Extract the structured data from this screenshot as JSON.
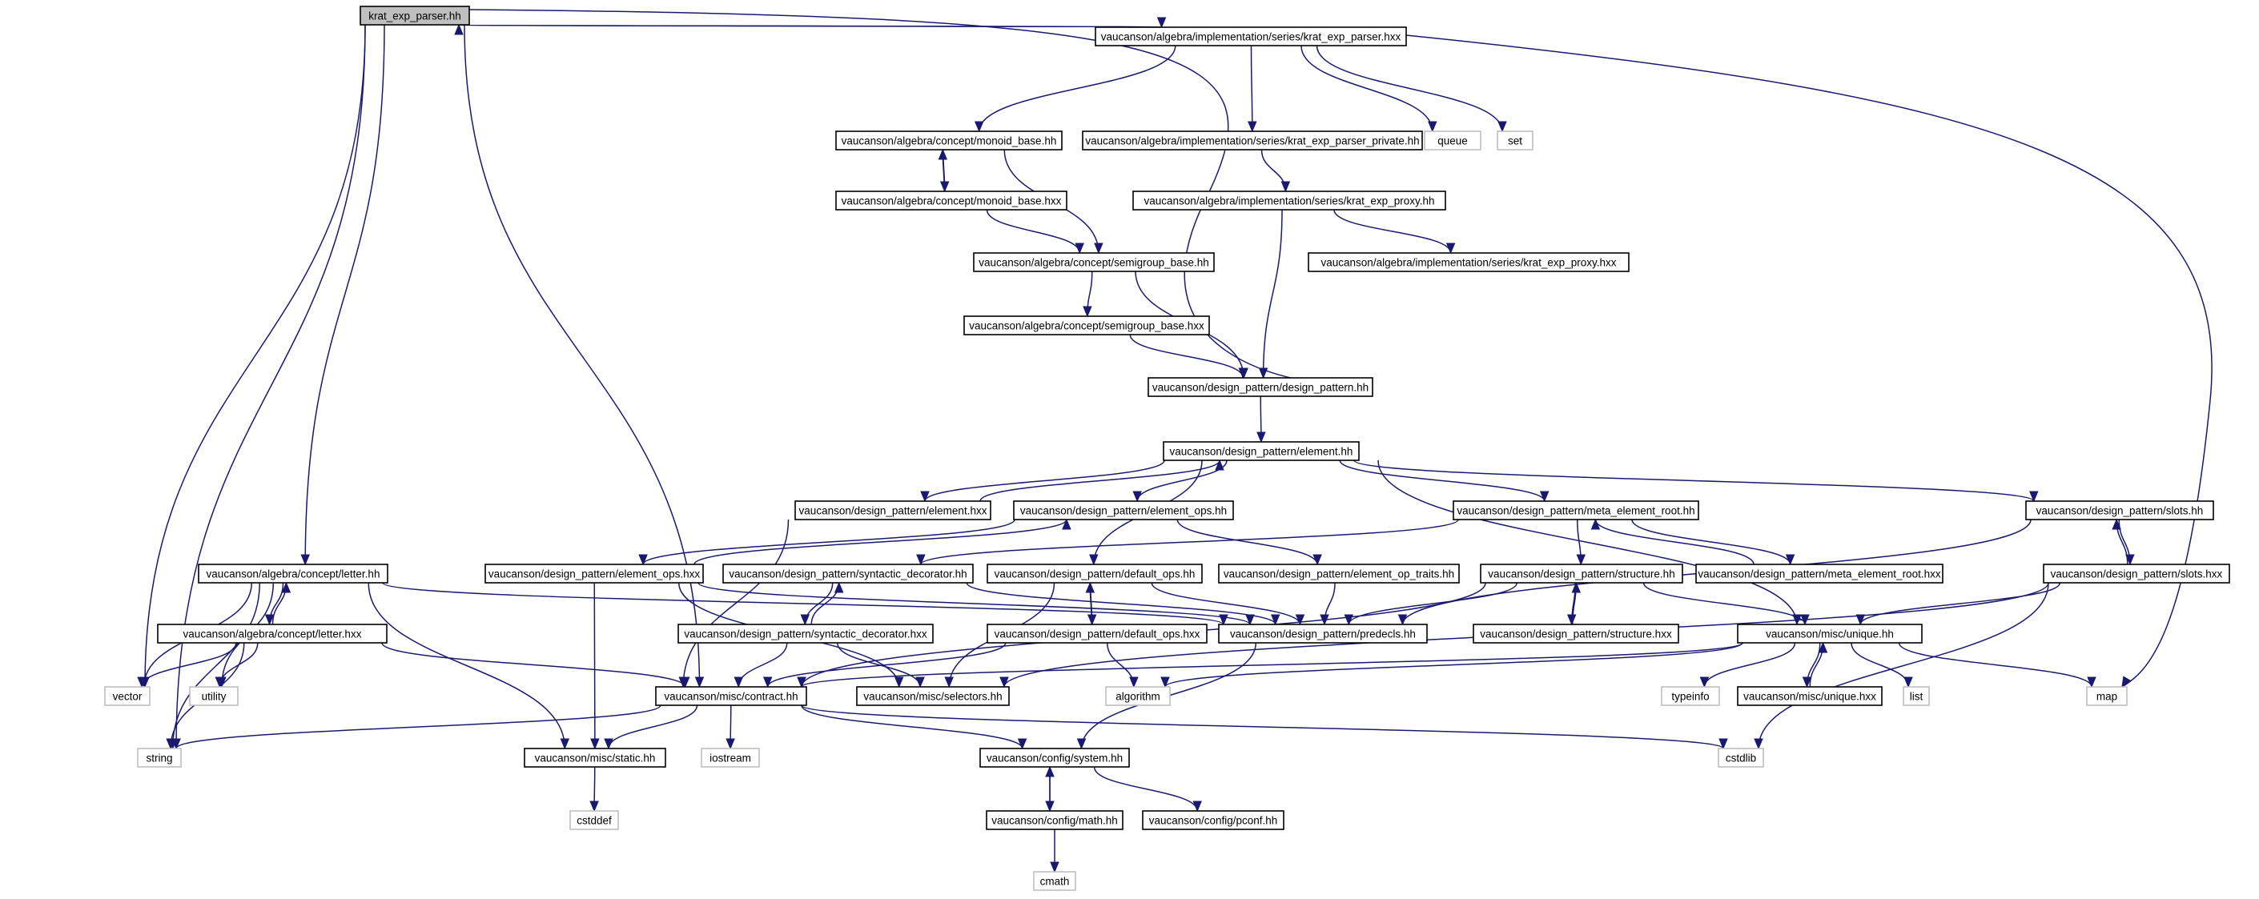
{
  "graph": {
    "colors": {
      "edge": "#191970",
      "node_border": "#000000",
      "external_border": "#bfbfbf",
      "root_fill": "#bfbfbf",
      "background": "#ffffff"
    },
    "nodes": [
      {
        "id": "root",
        "label": "krat_exp_parser.hh",
        "kind": "root"
      },
      {
        "id": "kep_hxx",
        "label": "vaucanson/algebra/implementation/series/krat_exp_parser.hxx",
        "kind": "file"
      },
      {
        "id": "monoid_hh",
        "label": "vaucanson/algebra/concept/monoid_base.hh",
        "kind": "file"
      },
      {
        "id": "kep_priv",
        "label": "vaucanson/algebra/implementation/series/krat_exp_parser_private.hh",
        "kind": "file"
      },
      {
        "id": "queue",
        "label": "queue",
        "kind": "external"
      },
      {
        "id": "set",
        "label": "set",
        "kind": "external"
      },
      {
        "id": "monoid_hxx",
        "label": "vaucanson/algebra/concept/monoid_base.hxx",
        "kind": "file"
      },
      {
        "id": "proxy_hh",
        "label": "vaucanson/algebra/implementation/series/krat_exp_proxy.hh",
        "kind": "file"
      },
      {
        "id": "semi_hh",
        "label": "vaucanson/algebra/concept/semigroup_base.hh",
        "kind": "file"
      },
      {
        "id": "proxy_hxx",
        "label": "vaucanson/algebra/implementation/series/krat_exp_proxy.hxx",
        "kind": "file"
      },
      {
        "id": "semi_hxx",
        "label": "vaucanson/algebra/concept/semigroup_base.hxx",
        "kind": "file"
      },
      {
        "id": "dp_hh",
        "label": "vaucanson/design_pattern/design_pattern.hh",
        "kind": "file"
      },
      {
        "id": "el_hh",
        "label": "vaucanson/design_pattern/element.hh",
        "kind": "file"
      },
      {
        "id": "el_hxx",
        "label": "vaucanson/design_pattern/element.hxx",
        "kind": "file"
      },
      {
        "id": "elops_hh",
        "label": "vaucanson/design_pattern/element_ops.hh",
        "kind": "file"
      },
      {
        "id": "meta_hh",
        "label": "vaucanson/design_pattern/meta_element_root.hh",
        "kind": "file"
      },
      {
        "id": "slots_hh",
        "label": "vaucanson/design_pattern/slots.hh",
        "kind": "file"
      },
      {
        "id": "letter_hh",
        "label": "vaucanson/algebra/concept/letter.hh",
        "kind": "file"
      },
      {
        "id": "elops_hxx",
        "label": "vaucanson/design_pattern/element_ops.hxx",
        "kind": "file"
      },
      {
        "id": "syn_hh",
        "label": "vaucanson/design_pattern/syntactic_decorator.hh",
        "kind": "file"
      },
      {
        "id": "defops_hh",
        "label": "vaucanson/design_pattern/default_ops.hh",
        "kind": "file"
      },
      {
        "id": "optraits_hh",
        "label": "vaucanson/design_pattern/element_op_traits.hh",
        "kind": "file"
      },
      {
        "id": "struct_hh",
        "label": "vaucanson/design_pattern/structure.hh",
        "kind": "file"
      },
      {
        "id": "meta_hxx",
        "label": "vaucanson/design_pattern/meta_element_root.hxx",
        "kind": "file"
      },
      {
        "id": "slots_hxx",
        "label": "vaucanson/design_pattern/slots.hxx",
        "kind": "file"
      },
      {
        "id": "letter_hxx",
        "label": "vaucanson/algebra/concept/letter.hxx",
        "kind": "file"
      },
      {
        "id": "syn_hxx",
        "label": "vaucanson/design_pattern/syntactic_decorator.hxx",
        "kind": "file"
      },
      {
        "id": "defops_hxx",
        "label": "vaucanson/design_pattern/default_ops.hxx",
        "kind": "file"
      },
      {
        "id": "predecls",
        "label": "vaucanson/design_pattern/predecls.hh",
        "kind": "file"
      },
      {
        "id": "struct_hxx",
        "label": "vaucanson/design_pattern/structure.hxx",
        "kind": "file"
      },
      {
        "id": "unique_hh",
        "label": "vaucanson/misc/unique.hh",
        "kind": "file"
      },
      {
        "id": "vector",
        "label": "vector",
        "kind": "external"
      },
      {
        "id": "utility",
        "label": "utility",
        "kind": "external"
      },
      {
        "id": "contract",
        "label": "vaucanson/misc/contract.hh",
        "kind": "file"
      },
      {
        "id": "selectors",
        "label": "vaucanson/misc/selectors.hh",
        "kind": "file"
      },
      {
        "id": "algorithm",
        "label": "algorithm",
        "kind": "external"
      },
      {
        "id": "typeinfo",
        "label": "typeinfo",
        "kind": "external"
      },
      {
        "id": "unique_hxx",
        "label": "vaucanson/misc/unique.hxx",
        "kind": "file"
      },
      {
        "id": "list",
        "label": "list",
        "kind": "external"
      },
      {
        "id": "map",
        "label": "map",
        "kind": "external"
      },
      {
        "id": "string",
        "label": "string",
        "kind": "external"
      },
      {
        "id": "static_hh",
        "label": "vaucanson/misc/static.hh",
        "kind": "file"
      },
      {
        "id": "iostream",
        "label": "iostream",
        "kind": "external"
      },
      {
        "id": "system_hh",
        "label": "vaucanson/config/system.hh",
        "kind": "file"
      },
      {
        "id": "cstdlib",
        "label": "cstdlib",
        "kind": "external"
      },
      {
        "id": "cstddef",
        "label": "cstddef",
        "kind": "external"
      },
      {
        "id": "math_hh",
        "label": "vaucanson/config/math.hh",
        "kind": "file"
      },
      {
        "id": "pconf_hh",
        "label": "vaucanson/config/pconf.hh",
        "kind": "file"
      },
      {
        "id": "cmath",
        "label": "cmath",
        "kind": "external"
      }
    ]
  }
}
